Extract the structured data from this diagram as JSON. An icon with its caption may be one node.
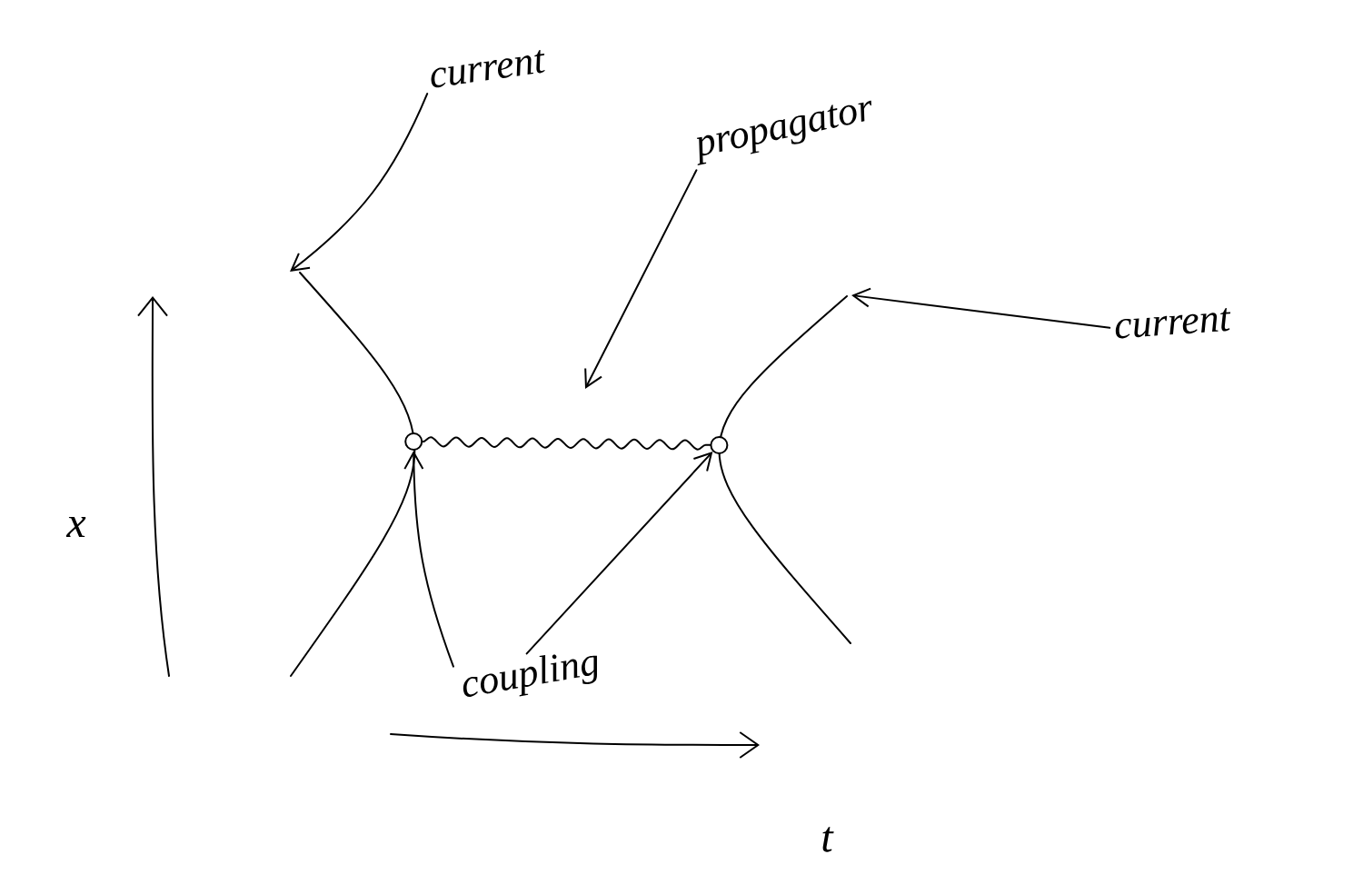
{
  "diagram": {
    "nodes": [
      {
        "text": [
          "current"
        ]
      },
      {
        "text": [],
        "shape": "curve"
      },
      {
        "text": [
          "propagator"
        ]
      },
      {
        "text": [
          "current"
        ]
      },
      {
        "text": [],
        "shape": "curve"
      },
      {
        "text": [],
        "shape": "circle"
      },
      {
        "text": [],
        "shape": "circle"
      },
      {
        "text": [
          "coupling"
        ]
      }
    ],
    "edges": [
      {
        "from": 0,
        "to": 1,
        "arrow": "to"
      },
      {
        "from": 2,
        "to": null,
        "arrow": "to"
      },
      {
        "from": 3,
        "to": 4,
        "arrow": "to"
      },
      {
        "from": 5,
        "to": 6,
        "arrow": "none"
      },
      {
        "from": 7,
        "to": 5,
        "arrow": "to"
      },
      {
        "from": 7,
        "to": 6,
        "arrow": "to"
      }
    ],
    "labels": [
      "x",
      "t"
    ]
  }
}
